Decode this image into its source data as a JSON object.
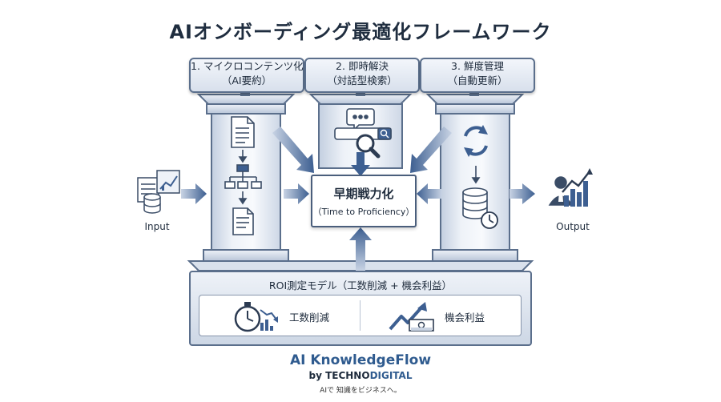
{
  "title": "AIオンボーディング最適化フレームワーク",
  "pillars": [
    {
      "line1": "1. マイクロコンテンツ化",
      "line2": "（AI要約）"
    },
    {
      "line1": "2. 即時解決",
      "line2": "（対話型検索）"
    },
    {
      "line1": "3. 鮮度管理",
      "line2": "（自動更新）"
    }
  ],
  "center": {
    "line1": "早期戦力化",
    "line2": "（Time to Proficiency）"
  },
  "input_label": "Input",
  "output_label": "Output",
  "roi": {
    "title": "ROI測定モデル（工数削減 + 機会利益）",
    "left_label": "工数削減",
    "right_label": "機会利益"
  },
  "brand": {
    "name": "AI KnowledgeFlow",
    "by_prefix": "by ",
    "by_bold": "TECHNO",
    "by_rest": "DIGITAL",
    "tagline": "AIで 知識をビジネスへ。"
  },
  "colors": {
    "accent": "#3d5f91",
    "brand": "#2f5b8f",
    "stroke": "#5b6f8c"
  }
}
